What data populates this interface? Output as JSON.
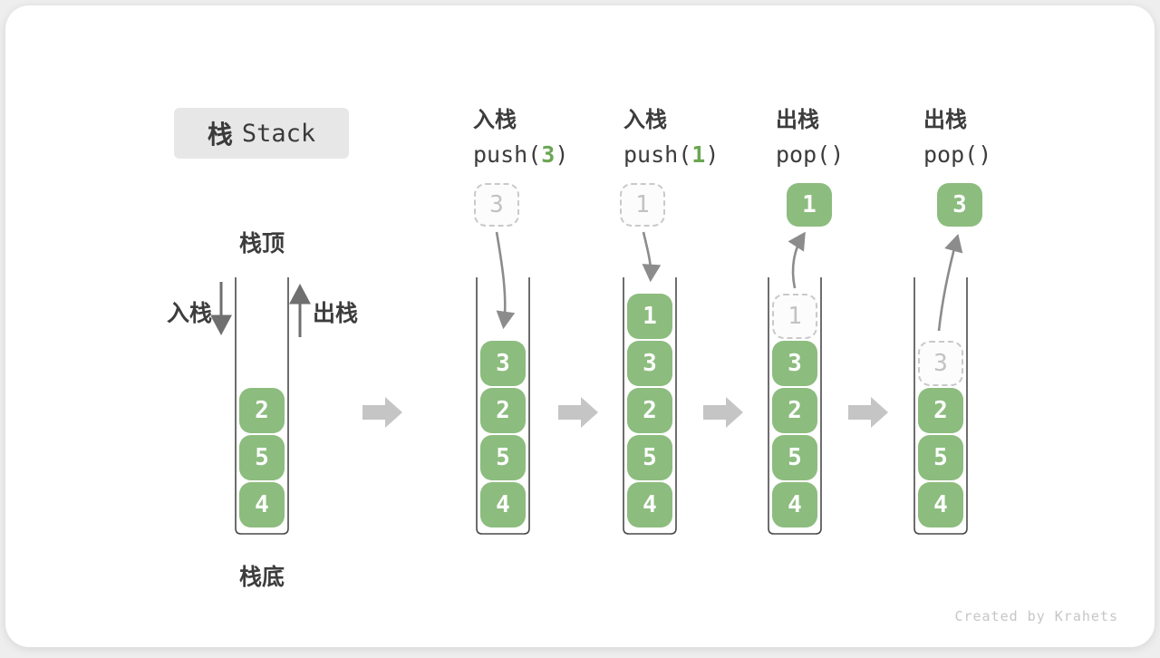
{
  "title": {
    "cjk": "栈",
    "en": "Stack"
  },
  "labels": {
    "stack_top": "栈顶",
    "stack_bottom": "栈底",
    "push_side": "入栈",
    "pop_side": "出栈"
  },
  "operations": [
    {
      "cjk": "入栈",
      "code_pre": "push(",
      "code_arg": "3",
      "code_post": ")"
    },
    {
      "cjk": "入栈",
      "code_pre": "push(",
      "code_arg": "1",
      "code_post": ")"
    },
    {
      "cjk": "出栈",
      "code_pre": "pop()",
      "code_arg": "",
      "code_post": ""
    },
    {
      "cjk": "出栈",
      "code_pre": "pop()",
      "code_arg": "",
      "code_post": ""
    }
  ],
  "stacks": [
    {
      "cells": [
        {
          "value": "2"
        },
        {
          "value": "5"
        },
        {
          "value": "4"
        }
      ]
    },
    {
      "float": {
        "value": "3"
      },
      "cells": [
        {
          "value": "3"
        },
        {
          "value": "2"
        },
        {
          "value": "5"
        },
        {
          "value": "4"
        }
      ]
    },
    {
      "float": {
        "value": "1"
      },
      "cells": [
        {
          "value": "1"
        },
        {
          "value": "3"
        },
        {
          "value": "2"
        },
        {
          "value": "5"
        },
        {
          "value": "4"
        }
      ]
    },
    {
      "float": {
        "value": "1"
      },
      "cells": [
        {
          "value": "1"
        },
        {
          "value": "3"
        },
        {
          "value": "2"
        },
        {
          "value": "5"
        },
        {
          "value": "4"
        }
      ]
    },
    {
      "float": {
        "value": "3"
      },
      "cells": [
        {
          "value": "3"
        },
        {
          "value": "2"
        },
        {
          "value": "5"
        },
        {
          "value": "4"
        }
      ]
    }
  ],
  "footer": "Created by Krahets",
  "colors": {
    "cell_green": "#8cbc7e",
    "code_arg_green": "#6aa653",
    "ghost_gray": "#c9c9c9",
    "arrow_gray": "#8c8c8c",
    "step_arrow_gray": "#c5c5c5",
    "text_dark": "#3c3c3c",
    "title_bg": "#e7e7e7"
  }
}
